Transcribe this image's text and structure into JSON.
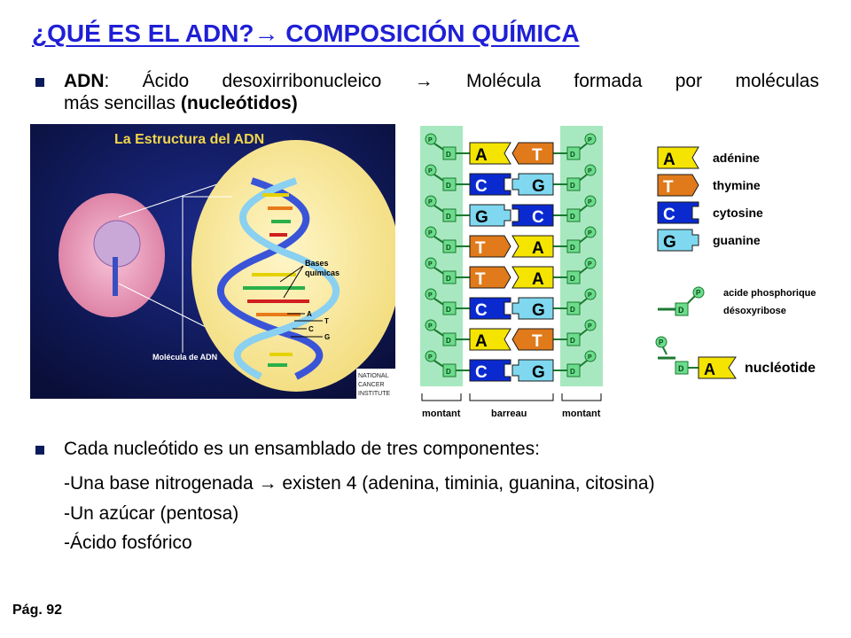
{
  "title": {
    "part1": "¿QUÉ ES EL ADN?",
    "arrow": "→",
    "part2": " COMPOSICIÓN QUÍMICA"
  },
  "bullet1": {
    "term": "ADN",
    "rest_line1": ": Ácido desoxirribonucleico  → Molécula formada por moléculas",
    "line2_plain": "más sencillas ",
    "line2_bold": "(nucleótidos)"
  },
  "figure_left": {
    "title": "La Estructura del ADN",
    "bases_label_1": "Bases",
    "bases_label_2": "químicas",
    "letters": [
      "A",
      "T",
      "C",
      "G"
    ],
    "molecule_label": "Molécula de ADN",
    "institute": [
      "NATIONAL",
      "CANCER",
      "INSTITUTE"
    ]
  },
  "figure_ladder": {
    "labels": {
      "left": "montant",
      "middle": "barreau",
      "right": "montant"
    },
    "pairs": [
      [
        "A",
        "T"
      ],
      [
        "C",
        "G"
      ],
      [
        "G",
        "C"
      ],
      [
        "T",
        "A"
      ],
      [
        "T",
        "A"
      ],
      [
        "C",
        "G"
      ],
      [
        "A",
        "T"
      ],
      [
        "C",
        "G"
      ]
    ],
    "p_label": "P",
    "d_label": "D"
  },
  "legend": {
    "items": [
      {
        "letter": "A",
        "name": "adénine"
      },
      {
        "letter": "T",
        "name": "thymine"
      },
      {
        "letter": "C",
        "name": "cytosine"
      },
      {
        "letter": "G",
        "name": "guanine"
      }
    ],
    "phosphoric": "acide phosphorique",
    "deoxyribose": "désoxyribose",
    "nucleotide": "nucléotide"
  },
  "bullet2": {
    "line1": "Cada nucleótido es un ensamblado de tres componentes:",
    "line2": "-Una base nitrogenada → existen 4 (adenina, timinia, guanina, citosina)",
    "line3": "-Un azúcar (pentosa)",
    "line4": "-Ácido fosfórico"
  },
  "page": "Pág. 92",
  "colors": {
    "title": "#1f1fd6",
    "A": "#f5e400",
    "T": "#e07a1a",
    "C": "#0a2ad0",
    "G": "#7fd8f0",
    "strand": "#a8e8c0",
    "bullet": "#0a1b5c"
  }
}
